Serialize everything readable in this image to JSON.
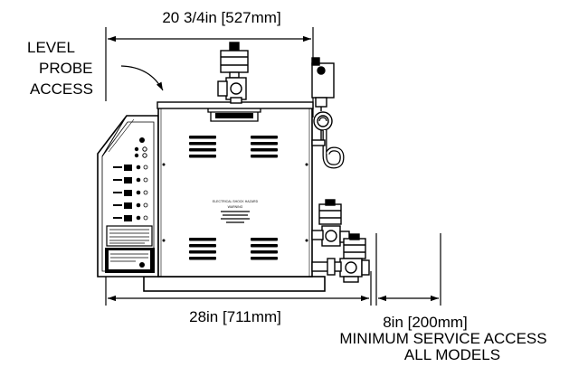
{
  "dimensions": {
    "top_width": "20 3/4in  [527mm]",
    "bottom_width": "28in [711mm]",
    "service_clearance": "8in [200mm]"
  },
  "callouts": {
    "level_probe_line1": "LEVEL",
    "level_probe_line2": "PROBE",
    "level_probe_line3": "ACCESS",
    "service_line1": "MINIMUM SERVICE ACCESS",
    "service_line2": "ALL MODELS"
  },
  "panel_label": {
    "line1": "ELECTRICAL SHOCK HAZARD",
    "line2": "WARNING"
  },
  "colors": {
    "line": "#000000",
    "background": "#ffffff"
  }
}
